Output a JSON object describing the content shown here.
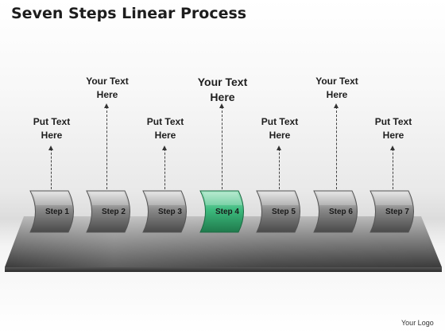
{
  "title": "Seven Steps Linear Process",
  "steps": [
    {
      "label": "Step 1",
      "callout_line1": "Put Text",
      "callout_line2": "Here"
    },
    {
      "label": "Step 2",
      "callout_line1": "Your Text",
      "callout_line2": "Here"
    },
    {
      "label": "Step 3",
      "callout_line1": "Put Text",
      "callout_line2": "Here"
    },
    {
      "label": "Step 4",
      "callout_line1": "Your Text",
      "callout_line2": "Here"
    },
    {
      "label": "Step 5",
      "callout_line1": "Put Text",
      "callout_line2": "Here"
    },
    {
      "label": "Step 6",
      "callout_line1": "Your Text",
      "callout_line2": "Here"
    },
    {
      "label": "Step 7",
      "callout_line1": "Put Text",
      "callout_line2": "Here"
    }
  ],
  "highlighted_step": "Step 4",
  "colors": {
    "highlight": "#3dbb7e",
    "step_gray": "#8a8a8a",
    "platform_dark": "#3a3a3a"
  },
  "footer_logo": "Your Logo"
}
